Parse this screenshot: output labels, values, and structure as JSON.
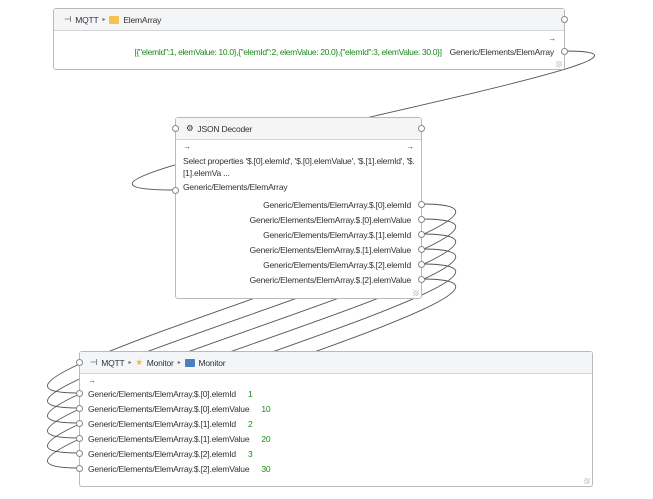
{
  "source_node": {
    "breadcrumb": [
      "MQTT",
      "ElemArray"
    ],
    "value": "[{\"elemId\":1, elemValue: 10.0},{\"elemId\":2, elemValue: 20.0},{\"elemId\":3, elemValue: 30.0}]",
    "output": "Generic/Elements/ElemArray"
  },
  "decoder_node": {
    "title": "JSON Decoder",
    "description": "Select properties '$.[0].elemId', '$.[0].elemValue', '$.[1].elemId', '$.[1].elemVa ...",
    "input": "Generic/Elements/ElemArray",
    "outputs": [
      "Generic/Elements/ElemArray.$.[0].elemId",
      "Generic/Elements/ElemArray.$.[0].elemValue",
      "Generic/Elements/ElemArray.$.[1].elemId",
      "Generic/Elements/ElemArray.$.[1].elemValue",
      "Generic/Elements/ElemArray.$.[2].elemId",
      "Generic/Elements/ElemArray.$.[2].elemValue"
    ]
  },
  "monitor_node": {
    "breadcrumb": [
      "MQTT",
      "Monitor",
      "Monitor"
    ],
    "rows": [
      {
        "label": "Generic/Elements/ElemArray.$.[0].elemId",
        "value": "1"
      },
      {
        "label": "Generic/Elements/ElemArray.$.[0].elemValue",
        "value": "10"
      },
      {
        "label": "Generic/Elements/ElemArray.$.[1].elemId",
        "value": "2"
      },
      {
        "label": "Generic/Elements/ElemArray.$.[1].elemValue",
        "value": "20"
      },
      {
        "label": "Generic/Elements/ElemArray.$.[2].elemId",
        "value": "3"
      },
      {
        "label": "Generic/Elements/ElemArray.$.[2].elemValue",
        "value": "30"
      }
    ]
  },
  "colors": {
    "value_green": "#1a8a1a",
    "wire": "#555555"
  }
}
